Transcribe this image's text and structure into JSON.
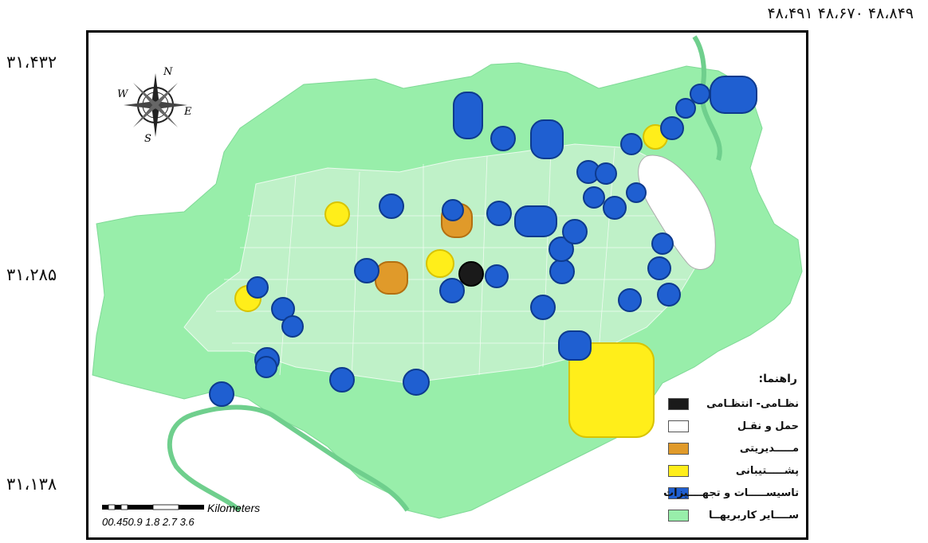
{
  "coords": {
    "top_longitudes": "۴۸،۴۹۱ ۴۸،۶۷۰ ۴۸،۸۴۹",
    "latitudes": [
      "۳۱،۴۳۲",
      "۳۱،۲۸۵",
      "۳۱،۱۳۸"
    ]
  },
  "compass": {
    "n": "N",
    "s": "S",
    "e": "E",
    "w": "W"
  },
  "legend": {
    "title": "راهنما:",
    "items": [
      {
        "label": "نظـامی- انتظـامی",
        "color": "#1a1a1a"
      },
      {
        "label": "حمل و نقـل",
        "color": "#ffffff"
      },
      {
        "label": "مـــــدیریتی",
        "color": "#e09a2a"
      },
      {
        "label": "پشـــــتیبانی",
        "color": "#ffee1a"
      },
      {
        "label": "تاسیســـــات و تجهــــیزات",
        "color": "#1f5fd1"
      },
      {
        "label": "ســــایر کاربریهــا",
        "color": "#98eeaa"
      }
    ]
  },
  "scalebar": {
    "units": "Kilometers",
    "labels": "00.450.9 1.8 2.7 3.6"
  },
  "colors": {
    "land": "#98eeaa",
    "urban": "#c9f2d0",
    "river": "#6fcf8d",
    "military": "#1a1a1a",
    "transport": "#ffffff",
    "management": "#e09a2a",
    "support": "#ffee1a",
    "facilities": "#1f5fd1"
  }
}
